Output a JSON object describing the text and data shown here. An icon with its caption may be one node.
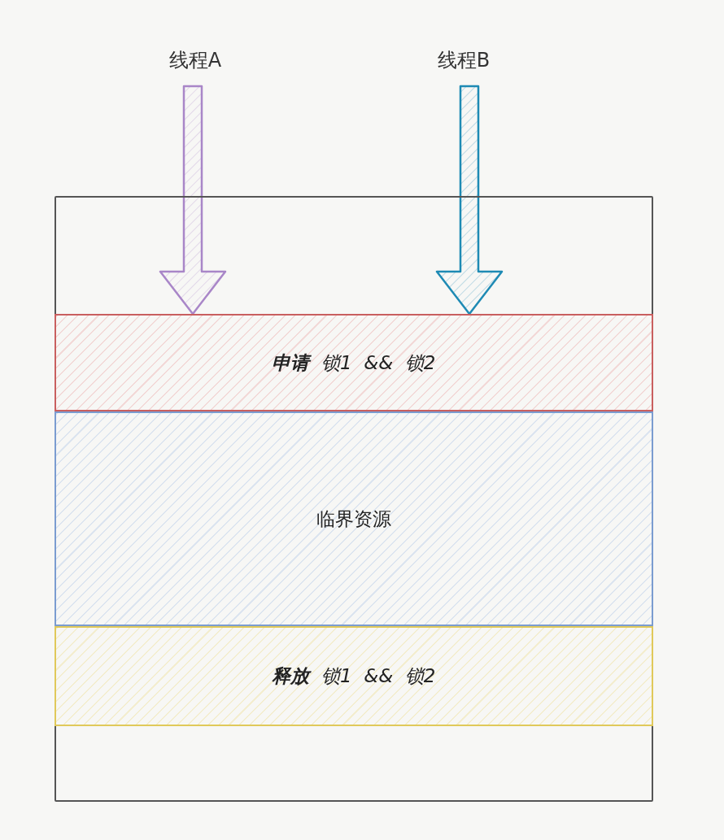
{
  "diagram": {
    "nodes": [
      {
        "text": [
          "线程A"
        ]
      },
      {
        "text": [
          "线程B"
        ]
      },
      {
        "text": [],
        "shape": "box"
      },
      {
        "text": [
          "**申请**  锁1  &&  锁2"
        ],
        "in": 2
      },
      {
        "text": [
          "临界资源"
        ],
        "in": 2
      },
      {
        "text": [
          "**释放**  锁1  &&  锁2"
        ],
        "in": 2
      }
    ],
    "edges": [
      {
        "from": 0,
        "to": 3,
        "arrow": "to",
        "style": "thick",
        "color": "#a986c8"
      },
      {
        "from": 1,
        "to": 3,
        "arrow": "to",
        "style": "thick",
        "color": "#1e8ab4"
      }
    ]
  }
}
